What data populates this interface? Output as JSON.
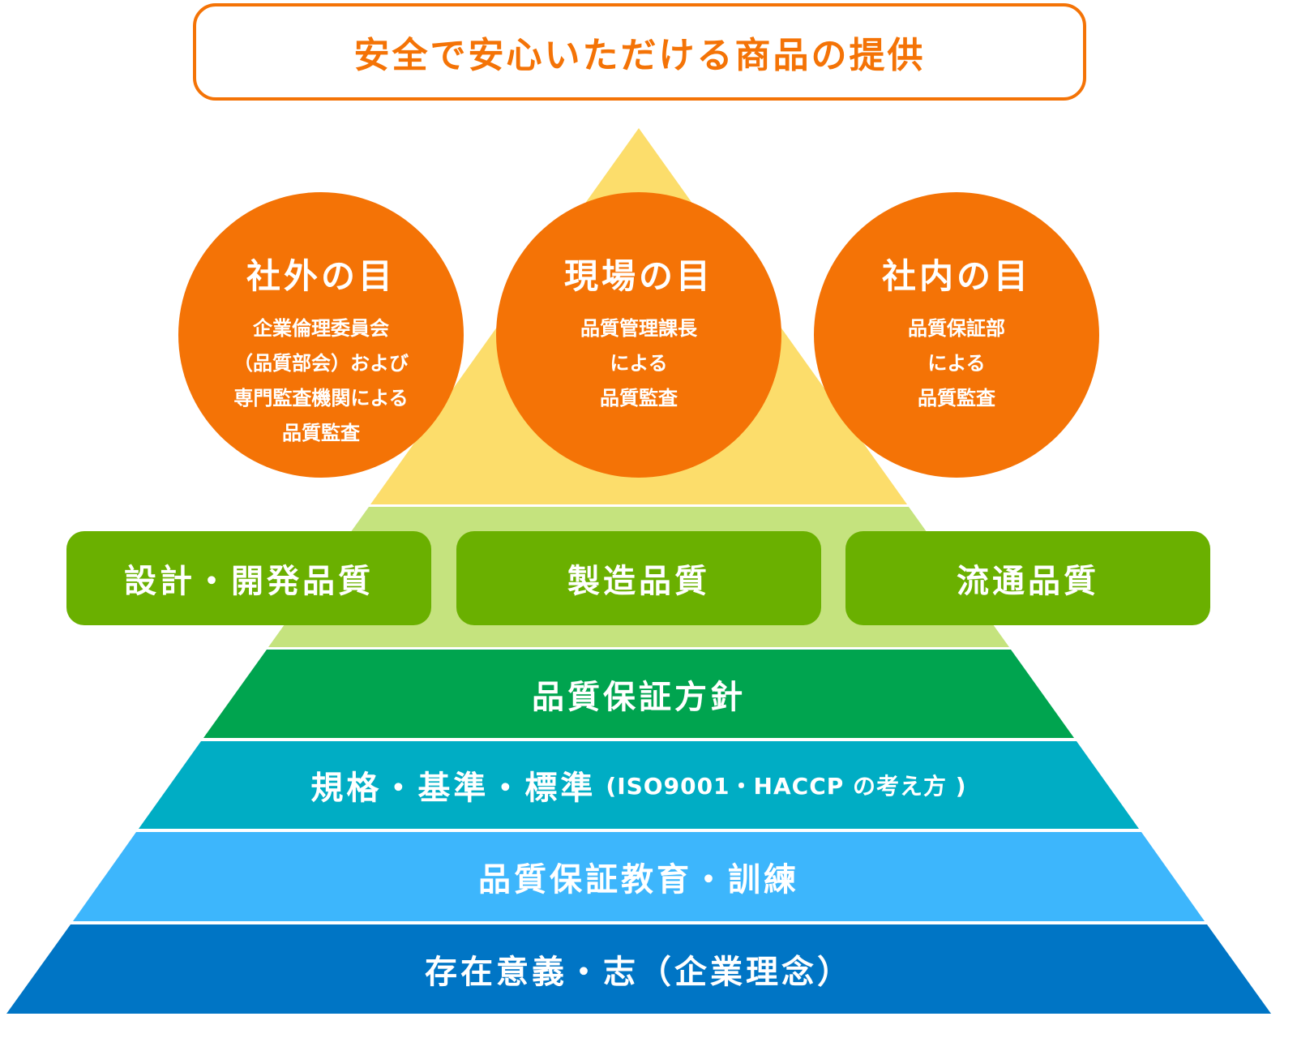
{
  "title": "安全で安心いただける商品の提供",
  "colors": {
    "orange": "#f47306",
    "yellow": "#fcdd6b",
    "light_green": "#c5e37e",
    "green_box": "#6ab000",
    "green": "#00a44f",
    "teal": "#00adc4",
    "light_blue": "#3db6fc",
    "blue": "#0075c5"
  },
  "eyes": [
    {
      "heading": "社外の目",
      "detail": "企業倫理委員会\n（品質部会）および\n専門監査機関による\n品質監査"
    },
    {
      "heading": "現場の目",
      "detail": "品質管理課長\nによる\n品質監査"
    },
    {
      "heading": "社内の目",
      "detail": "品質保証部\nによる\n品質監査"
    }
  ],
  "quality_areas": [
    "設計・開発品質",
    "製造品質",
    "流通品質"
  ],
  "layers": [
    {
      "label": "品質保証方針"
    },
    {
      "label": "規格・基準・標準",
      "note": "(ISO9001・HACCP の考え方 )"
    },
    {
      "label": "品質保証教育・訓練"
    },
    {
      "label": "存在意義・志（企業理念）"
    }
  ]
}
